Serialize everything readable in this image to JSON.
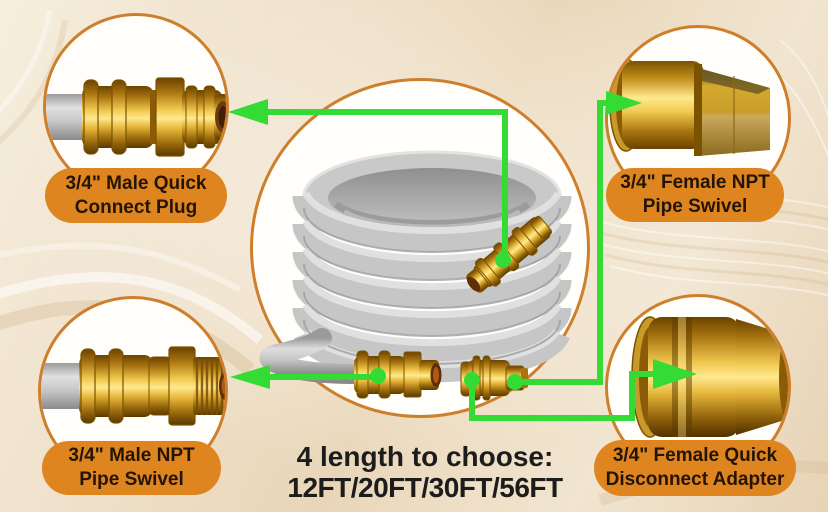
{
  "callouts": {
    "top_left": {
      "line1": "3/4\" Male Quick",
      "line2": "Connect Plug"
    },
    "top_right": {
      "line1": "3/4\" Female NPT",
      "line2": "Pipe Swivel"
    },
    "bottom_left": {
      "line1": "3/4\" Male NPT",
      "line2": "Pipe Swivel"
    },
    "bottom_right": {
      "line1": "3/4\" Female Quick",
      "line2": "Disconnect Adapter"
    }
  },
  "caption": {
    "line1": "4 length to choose:",
    "line2": "12FT/20FT/30FT/56FT"
  },
  "colors": {
    "accent_orange": "#DE8520",
    "circle_border_orange": "#CE7F2C",
    "arrow_green": "#34DB34",
    "label_text": "#241404",
    "caption_text": "#1C1C1C",
    "hose_gray": "#C6C6C6",
    "brass_gold": "#E8B83A",
    "background_cream": "#EDDFC6"
  }
}
